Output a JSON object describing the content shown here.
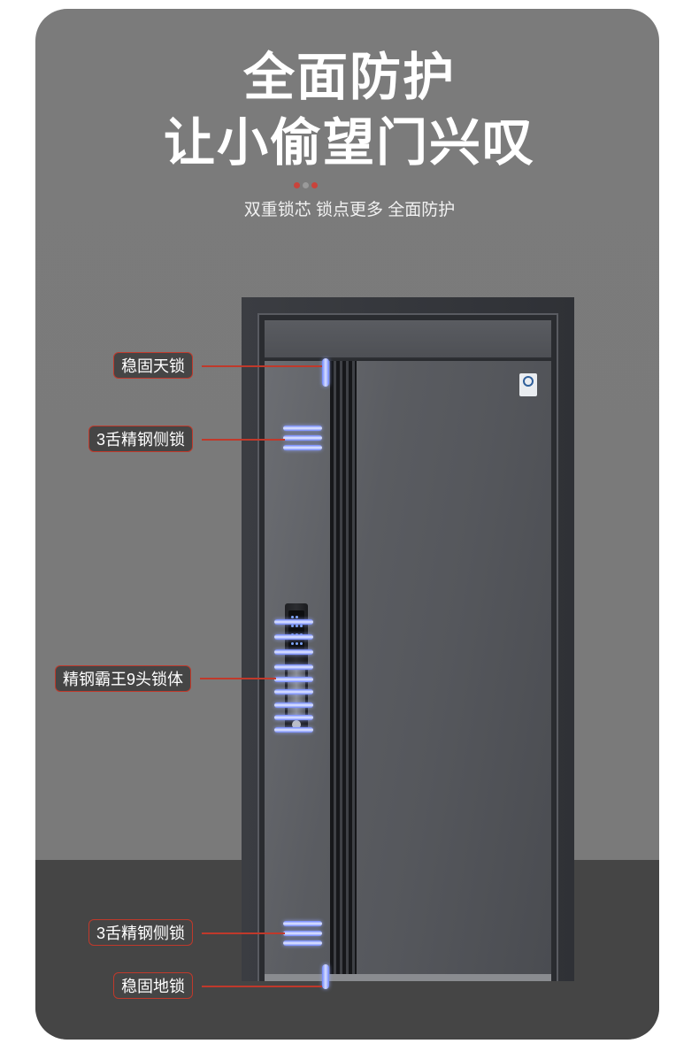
{
  "headline": {
    "line1": "全面防护",
    "line2": "让小偷望门兴叹"
  },
  "subtitle": "双重锁芯 锁点更多 全面防护",
  "dots": [
    "#c9433b",
    "#9a9a9a",
    "#c9433b"
  ],
  "callouts": [
    {
      "id": "top",
      "text": "稳固天锁"
    },
    {
      "id": "side-upper",
      "text": "3舌精钢侧锁"
    },
    {
      "id": "body",
      "text": "精钢霸王9头锁体"
    },
    {
      "id": "side-lower",
      "text": "3舌精钢侧锁"
    },
    {
      "id": "bottom",
      "text": "稳固地锁"
    }
  ],
  "colors": {
    "background": "#7b7b7b",
    "floor": "#454545",
    "accent": "#c0392b",
    "bolt": "#6f86ff"
  }
}
